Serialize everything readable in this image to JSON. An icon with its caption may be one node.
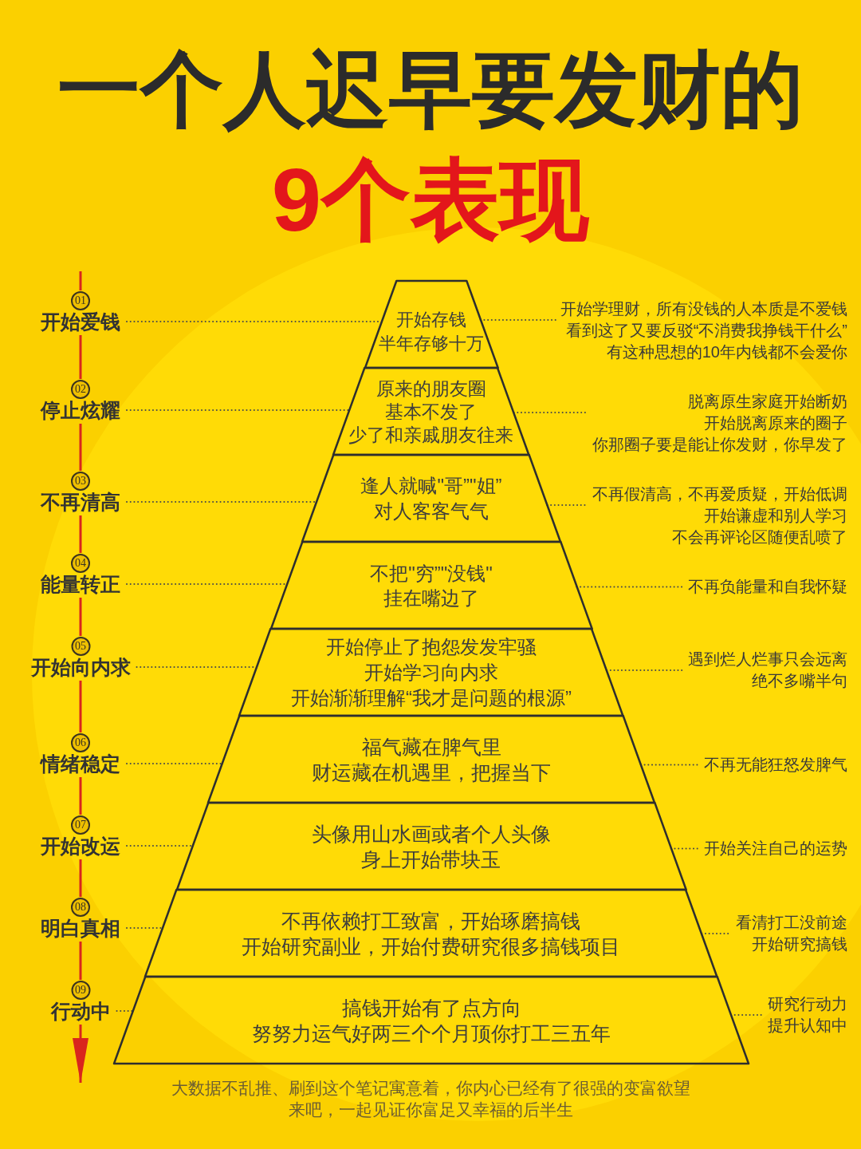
{
  "diagram": {
    "title": "一个人迟早要发财的",
    "nodes": [
      {
        "text": [
          "01",
          "开始爱钱"
        ]
      },
      {
        "text": [
          "开始存钱",
          "半年存够十万"
        ]
      },
      {
        "text": [
          "开始学理财，所有没钱的人本质是不爱钱",
          "看到这了又要反驳“不消费我挣钱干什么”",
          "有这种思想的10年内钱都不会爱你"
        ]
      },
      {
        "text": [
          "02",
          "停止炫耀"
        ]
      },
      {
        "text": [
          "原来的朋友圈",
          "基本不发了",
          "少了和亲戚朋友往来"
        ]
      },
      {
        "text": [
          "脱离原生家庭开始断奶",
          "开始脱离原来的圈子",
          "你那圈子要是能让你发财，你早发了"
        ]
      },
      {
        "text": [
          "03",
          "不再清高"
        ]
      },
      {
        "text": [
          "逢人就喊\"哥”\"姐”",
          "对人客客气气"
        ]
      },
      {
        "text": [
          "不再假清高，不再爱质疑，开始低调",
          "开始谦虚和别人学习",
          "不会再评论区随便乱喷了"
        ]
      },
      {
        "text": [
          "04",
          "能量转正"
        ]
      },
      {
        "text": [
          "不把\"穷”\"没钱\"",
          "挂在嘴边了"
        ]
      },
      {
        "text": [
          "不再负能量和自我怀疑"
        ]
      },
      {
        "text": [
          "05",
          "开始向内求"
        ]
      },
      {
        "text": [
          "开始停止了抱怨发发牢骚",
          "开始学习向内求",
          "开始渐渐理解“我才是问题的根源”"
        ]
      },
      {
        "text": [
          "遇到烂人烂事只会远离",
          "绝不多嘴半句"
        ]
      },
      {
        "text": [
          "06",
          "情绪稳定"
        ]
      },
      {
        "text": [
          "福气藏在脾气里",
          "财运藏在机遇里，把握当下"
        ]
      },
      {
        "text": [
          "不再无能狂怒发脾气"
        ]
      },
      {
        "text": [
          "07",
          "开始改运"
        ]
      },
      {
        "text": [
          "头像用山水画或者个人头像",
          "身上开始带块玉"
        ]
      },
      {
        "text": [
          "开始关注自己的运势"
        ]
      },
      {
        "text": [
          "08",
          "明白真相"
        ]
      },
      {
        "text": [
          "不再依赖打工致富，开始琢磨搞钱",
          "开始研究副业，开始付费研究很多搞钱项目"
        ]
      },
      {
        "text": [
          "看清打工没前途",
          "开始研究搞钱"
        ]
      },
      {
        "text": [
          "09",
          "行动中"
        ]
      },
      {
        "text": [
          "搞钱开始有了点方向",
          "努努力运气好两三个个月顶你打工三五年"
        ]
      },
      {
        "text": [
          "研究行动力",
          "提升认知中"
        ]
      }
    ],
    "edges": [
      {
        "from": 0,
        "to": 1,
        "arrow": "none",
        "style": "dashed"
      },
      {
        "from": 1,
        "to": 2,
        "arrow": "none",
        "style": "dashed"
      },
      {
        "from": 3,
        "to": 4,
        "arrow": "none",
        "style": "dashed"
      },
      {
        "from": 4,
        "to": 5,
        "arrow": "none",
        "style": "dashed"
      },
      {
        "from": 6,
        "to": 7,
        "arrow": "none",
        "style": "dashed"
      },
      {
        "from": 7,
        "to": 8,
        "arrow": "none",
        "style": "dashed"
      },
      {
        "from": 9,
        "to": 10,
        "arrow": "none",
        "style": "dashed"
      },
      {
        "from": 10,
        "to": 11,
        "arrow": "none",
        "style": "dashed"
      },
      {
        "from": 12,
        "to": 13,
        "arrow": "none",
        "style": "dashed"
      },
      {
        "from": 13,
        "to": 14,
        "arrow": "none",
        "style": "dashed"
      },
      {
        "from": 15,
        "to": 16,
        "arrow": "none",
        "style": "dashed"
      },
      {
        "from": 16,
        "to": 17,
        "arrow": "none",
        "style": "dashed"
      },
      {
        "from": 18,
        "to": 19,
        "arrow": "none",
        "style": "dashed"
      },
      {
        "from": 19,
        "to": 20,
        "arrow": "none",
        "style": "dashed"
      },
      {
        "from": 21,
        "to": 22,
        "arrow": "none",
        "style": "dashed"
      },
      {
        "from": 22,
        "to": 23,
        "arrow": "none",
        "style": "dashed"
      },
      {
        "from": 24,
        "to": 25,
        "arrow": "none",
        "style": "dashed"
      },
      {
        "from": 25,
        "to": 26,
        "arrow": "none",
        "style": "dashed"
      },
      {
        "from": null,
        "to": 0,
        "arrow": "none",
        "color": "#d9251d"
      },
      {
        "from": 0,
        "to": 3,
        "arrow": "none",
        "color": "#d9251d"
      },
      {
        "from": 3,
        "to": 6,
        "arrow": "none",
        "color": "#d9251d"
      },
      {
        "from": 6,
        "to": 9,
        "arrow": "none",
        "color": "#d9251d"
      },
      {
        "from": 9,
        "to": 12,
        "arrow": "none",
        "color": "#d9251d"
      },
      {
        "from": 12,
        "to": 15,
        "arrow": "none",
        "color": "#d9251d"
      },
      {
        "from": 15,
        "to": 18,
        "arrow": "none",
        "color": "#d9251d"
      },
      {
        "from": 18,
        "to": 21,
        "arrow": "none",
        "color": "#d9251d"
      },
      {
        "from": 21,
        "to": 24,
        "arrow": "none",
        "color": "#d9251d"
      },
      {
        "from": 24,
        "to": null,
        "arrow": "to",
        "color": "#d9251d"
      }
    ],
    "labels": [
      "9个表现",
      "大数据不乱推、刷到这个笔记寓意着，你内心已经有了很强的变富欲望",
      "来吧，一起见证你富足又幸福的后半生"
    ]
  }
}
